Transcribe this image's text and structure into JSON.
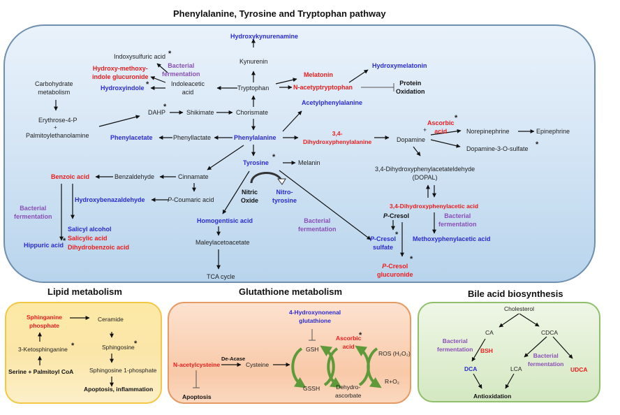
{
  "titles": {
    "main": "Phenylalanine, Tyrosine and Tryptophan pathway",
    "lipid": "Lipid metabolism",
    "glutathione": "Glutathione metabolism",
    "bile": "Bile acid biosynthesis"
  },
  "legend_colors": {
    "increased": "#ee1c1c",
    "decreased": "#2b2bd6",
    "bacterial": "#8a4fb8",
    "neutral": "#222222"
  },
  "main": {
    "hydroxykynurenamine": "Hydroxykynurenamine",
    "kynurenin": "Kynurenin",
    "indoxysulfuric": "Indoxysulfuric acid",
    "bact_ferm_1a": "Bacterial",
    "bact_ferm_1b": "fermentation",
    "hmig_a": "Hydroxy-methoxy-",
    "hmig_b": "indole glucuronide",
    "hydroxyindole": "Hydroxyindole",
    "indoleacetic_a": "Indoleacetic",
    "indoleacetic_b": "acid",
    "tryptophan": "Tryptophan",
    "melatonin": "Melatonin",
    "nacetyltryptophan": "N-acetyptryptophan",
    "hydroxymelatonin": "Hydroxymelatonin",
    "protein_ox_a": "Protein",
    "protein_ox_b": "Oxidation",
    "carb_a": "Carbohydrate",
    "carb_b": "metabolism",
    "erythrose": "Erythrose-4-P",
    "plus": "+",
    "palmitoyl": "Palmitoylethanolamine",
    "dahp": "DAHP",
    "shikimate": "Shikimate",
    "chorismate": "Chorismate",
    "acetylphenylalanine": "Acetylphenylalanine",
    "phenylacetate": "Phenylacetate",
    "phenyllactate": "Phenyllactate",
    "phenylalanine": "Phenylalanine",
    "dopa_a": "3,4-",
    "dopa_b": "Dihydroxyphenylalanine",
    "dopamine": "Dopamine",
    "ascorbic_a": "Ascorbic",
    "ascorbic_b": "acid",
    "norepinephrine": "Norepinephrine",
    "epinephrine": "Epinephrine",
    "dopamine_sulfate": "Dopamine-3-O-sulfate",
    "tyrosine": "Tyrosine",
    "melanin": "Melanin",
    "dopal_a": "3,4-Dihydroxyphenylacetateldehyde",
    "dopal_b": "(DOPAL)",
    "benzoic": "Benzoic acid",
    "benzaldehyde": "Benzaldehyde",
    "cinnamate": "Cinnamate",
    "hydroxybenzaldehyde": "Hydroxybenazaldehyde",
    "coumaric_p": "P",
    "coumaric": "-Coumaric acid",
    "nitric_a": "Nitric",
    "nitric_b": "Oxide",
    "nitrotyrosine_a": "Nitro-",
    "nitrotyrosine_b": "tyrosine",
    "bact_ferm_2a": "Bacterial",
    "bact_ferm_2b": "fermentation",
    "salicyl_alcohol": "Salicyl alcohol",
    "salicylic_acid": "Salicylic acid",
    "dihydrobenzoic": "Dihydrobenzoic acid",
    "hippuric": "Hippuric acid",
    "homogentisic": "Homogentisic acid",
    "maleylacetoacetate": "Maleylacetoacetate",
    "tca": "TCA cycle",
    "bact_ferm_3a": "Bacterial",
    "bact_ferm_3b": "fermentation",
    "dopac": "3,4-Dihydroxyphenylacetic acid",
    "pcresol_p": "P",
    "pcresol": "-Cresol",
    "bact_ferm_4a": "Bacterial",
    "bact_ferm_4b": "fermentation",
    "pcresol_sulfate_a": "-Cresol",
    "pcresol_sulfate_b": "sulfate",
    "methoxyphenylacetic": "Methoxyphenylacetic acid",
    "pcresol_gluc_a": "-Cresol",
    "pcresol_gluc_b": "glucuronide",
    "asterisk": "*"
  },
  "lipid": {
    "sphinganine_a": "Sphinganine",
    "sphinganine_b": "phosphate",
    "ceramide": "Ceramide",
    "ketosphinganine": "3-Ketosphinganine",
    "sphingosine": "Sphingosine",
    "serine": "Serine + Palmitoyl CoA",
    "s1p": "Sphingosine 1-phosphate",
    "apoptosis": "Apoptosis, inflammation"
  },
  "glutathione": {
    "hne_a": "4-Hydroxynonenal",
    "hne_b": "glutathione",
    "nac": "N-acetylcysteine",
    "deacase": "De-Acase",
    "cysteine": "Cysteine",
    "apoptosis": "Apoptosis",
    "gsh": "GSH",
    "gssh": "GSSH",
    "ascorbic_a": "Ascorbic",
    "ascorbic_b": "acid",
    "dehydro_a": "Dehydro-",
    "dehydro_b": "ascorbate",
    "ros": "ROS (H₂O₂)",
    "ro2": "R+O₂"
  },
  "bile": {
    "cholesterol": "Cholesterol",
    "ca": "CA",
    "cdca": "CDCA",
    "bact_a": "Bacterial",
    "bact_b": "fermentation",
    "bsh": "BSH",
    "bact2_a": "Bacterial",
    "bact2_b": "fermentation",
    "dca": "DCA",
    "lca": "LCA",
    "udca": "UDCA",
    "antioxidation": "Antioxidation"
  }
}
